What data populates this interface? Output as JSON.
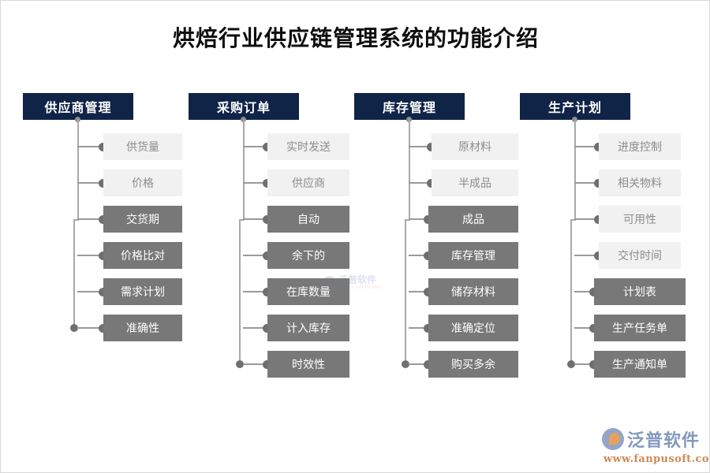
{
  "title": "烘焙行业供应链管理系统的功能介绍",
  "colors": {
    "header_navy": "#0f2447",
    "item_light_bg": "#f1f1f1",
    "item_light_text": "#8c8c8c",
    "item_dark_bg": "#787878",
    "item_dark_text": "#ffffff",
    "connector": "#9a9a9a",
    "dot": "#6f6f6f",
    "brand_blue": "#8398bd",
    "brand_orange": "#d08a52"
  },
  "columns": [
    {
      "header": "供应商管理",
      "items": [
        {
          "label": "供货量",
          "tone": "light"
        },
        {
          "label": "价格",
          "tone": "light"
        },
        {
          "label": "交货期",
          "tone": "dark"
        },
        {
          "label": "价格比对",
          "tone": "dark"
        },
        {
          "label": "需求计划",
          "tone": "dark"
        },
        {
          "label": "准确性",
          "tone": "dark"
        }
      ]
    },
    {
      "header": "采购订单",
      "items": [
        {
          "label": "实时发送",
          "tone": "light"
        },
        {
          "label": "供应商",
          "tone": "light"
        },
        {
          "label": "自动",
          "tone": "dark"
        },
        {
          "label": "余下的",
          "tone": "dark"
        },
        {
          "label": "在库数量",
          "tone": "dark"
        },
        {
          "label": "计入库存",
          "tone": "dark"
        },
        {
          "label": "时效性",
          "tone": "dark"
        }
      ]
    },
    {
      "header": "库存管理",
      "items": [
        {
          "label": "原材料",
          "tone": "light"
        },
        {
          "label": "半成品",
          "tone": "light"
        },
        {
          "label": "成品",
          "tone": "dark"
        },
        {
          "label": "库存管理",
          "tone": "dark"
        },
        {
          "label": "储存材料",
          "tone": "dark"
        },
        {
          "label": "准确定位",
          "tone": "dark"
        },
        {
          "label": "购买多余",
          "tone": "dark"
        }
      ]
    },
    {
      "header": "生产计划",
      "items": [
        {
          "label": "进度控制",
          "tone": "light"
        },
        {
          "label": "相关物料",
          "tone": "light"
        },
        {
          "label": "可用性",
          "tone": "light"
        },
        {
          "label": "交付时间",
          "tone": "light"
        },
        {
          "label": "计划表",
          "tone": "dark"
        },
        {
          "label": "生产任务单",
          "tone": "dark"
        },
        {
          "label": "生产通知单",
          "tone": "dark"
        }
      ]
    }
  ],
  "watermark": {
    "cn": "泛普软件",
    "en": "FANPU SOFTWARE"
  },
  "brand": {
    "name": "泛普软件",
    "url": "www.fanpusoft.com"
  }
}
